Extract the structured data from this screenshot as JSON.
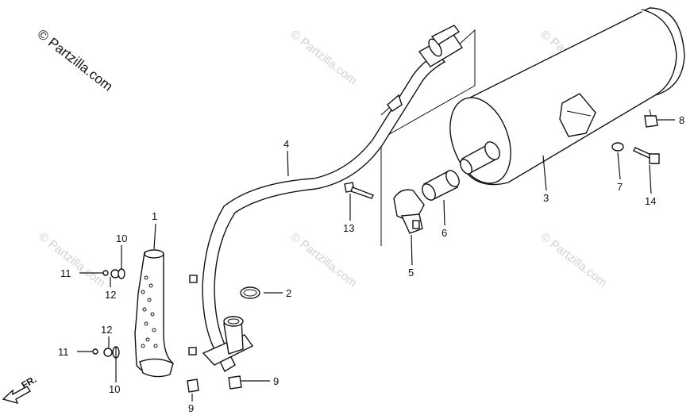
{
  "copyright": "© Partzilla.com",
  "watermark": "© Partzilla.com",
  "direction_label": "FR.",
  "callouts": {
    "c1": "1",
    "c2": "2",
    "c3": "3",
    "c4": "4",
    "c5": "5",
    "c6": "6",
    "c7": "7",
    "c8": "8",
    "c9a": "9",
    "c9b": "9",
    "c10a": "10",
    "c10b": "10",
    "c11a": "11",
    "c11b": "11",
    "c12a": "12",
    "c12b": "12",
    "c13": "13",
    "c14": "14"
  }
}
